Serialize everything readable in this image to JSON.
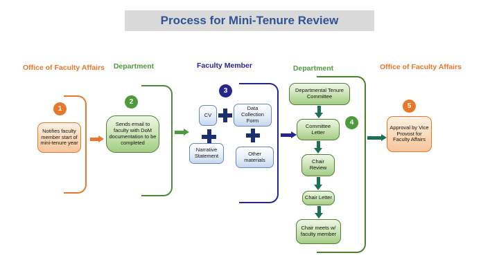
{
  "title": "Process for Mini-Tenure Review",
  "headers": {
    "col1": "Office of Faculty Affairs",
    "col2": "Department",
    "col3": "Faculty Member",
    "col4": "Department",
    "col5": "Office of Faculty Affairs"
  },
  "steps": {
    "s1": {
      "num": "1",
      "text": "Notifies faculty member start of mini-tenure year"
    },
    "s2": {
      "num": "2",
      "text": "Sends email to faculty with DoM documentation to be completed"
    },
    "s3": {
      "num": "3",
      "cv": "CV",
      "data_collection": "Data Collection Form",
      "narrative": "Narrative Statement",
      "other": "Other materials"
    },
    "s4": {
      "num": "4",
      "boxes": [
        "Departmental Tenure Committee",
        "Committee Letter",
        "Chair Review",
        "Chair Letter",
        "Chair meets w/ faculty member"
      ]
    },
    "s5": {
      "num": "5",
      "text": "Approval by Vice Provost for Faculty Affairs"
    }
  },
  "colors": {
    "orange": "#E8772B",
    "green": "#4E9A3C",
    "green_border": "#4E8132",
    "dark_green": "#4A7F2C",
    "navy": "#26268E",
    "navy_plus": "#1B2F6E",
    "teal": "#1D7152",
    "blue_border": "#6488C8",
    "title_blue": "#2F5496",
    "title_bg": "#D9D9D9"
  }
}
